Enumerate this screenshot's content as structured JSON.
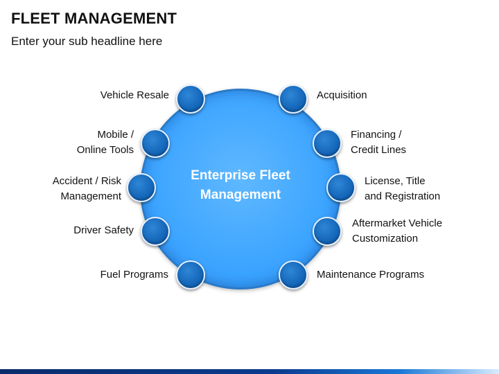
{
  "slide": {
    "title": "FLEET MANAGEMENT",
    "subtitle": "Enter your sub headline here"
  },
  "diagram": {
    "center": "Enterprise Fleet\nManagement",
    "left_items": [
      "Vehicle Resale",
      "Mobile /\nOnline Tools",
      "Accident / Risk\nManagement",
      "Driver Safety",
      "Fuel Programs"
    ],
    "right_items": [
      "Acquisition",
      "Financing /\nCredit Lines",
      "License, Title\nand Registration",
      "Aftermarket Vehicle\nCustomization",
      "Maintenance Programs"
    ]
  },
  "colors": {
    "hub_fill": "#3aa3ff",
    "node_fill": "#1466b8",
    "footer_bar": "#0b3b8e"
  }
}
